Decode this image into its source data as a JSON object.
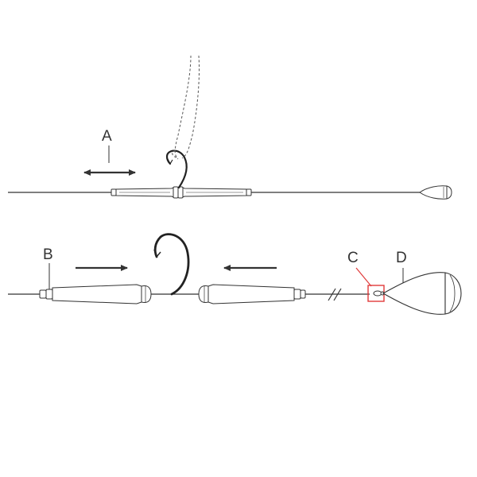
{
  "labels": {
    "a": "A",
    "b": "B",
    "c": "C",
    "d": "D"
  },
  "colors": {
    "line": "#333333",
    "highlight": "#e03a3a",
    "background": "#ffffff"
  },
  "icons": {
    "hook_top": "fish-hook-icon",
    "hook_bottom": "fish-hook-icon",
    "weight": "sinker-weight-icon",
    "arrow_double": "double-arrow-icon",
    "arrow_right": "arrow-right-icon",
    "arrow_left": "arrow-left-icon"
  }
}
